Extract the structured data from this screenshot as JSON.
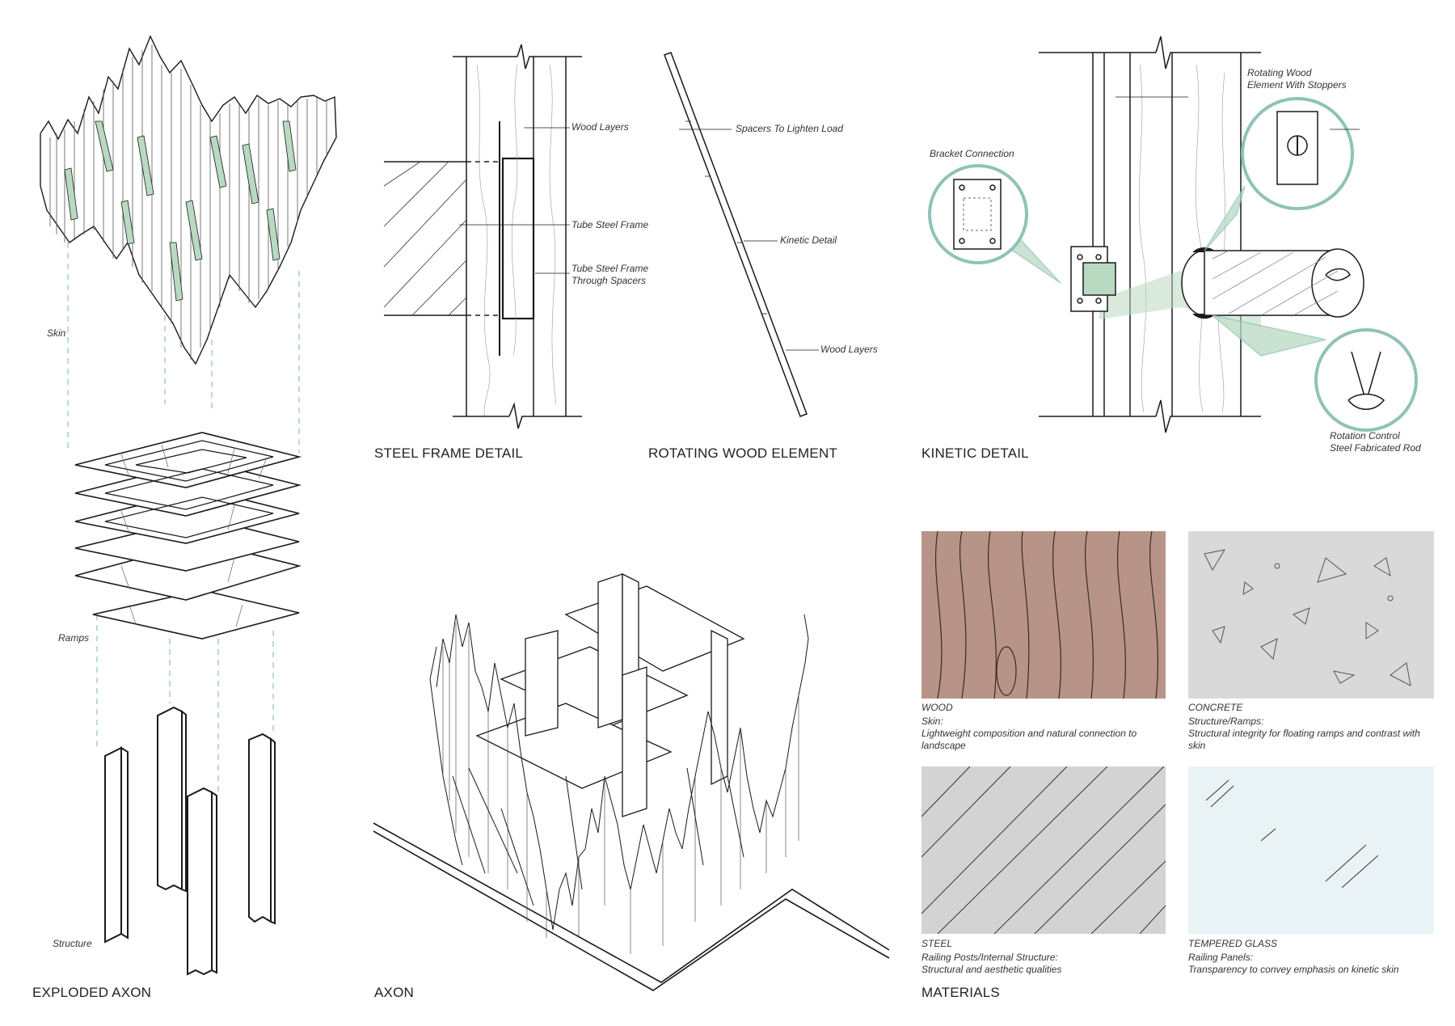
{
  "sections": {
    "exploded_axon": "EXPLODED AXON",
    "axon": "AXON",
    "steel_frame_detail": "STEEL FRAME DETAIL",
    "rotating_wood_element": "ROTATING WOOD ELEMENT",
    "kinetic_detail": "KINETIC DETAIL",
    "materials": "MATERIALS"
  },
  "exploded": {
    "skin": "Skin",
    "ramps": "Ramps",
    "structure": "Structure"
  },
  "steel_frame": {
    "wood_layers": "Wood Layers",
    "tube_steel_frame": "Tube Steel Frame",
    "through_line1": "Tube Steel Frame",
    "through_line2": "Through Spacers"
  },
  "rotating": {
    "spacers": "Spacers To Lighten Load",
    "kinetic": "Kinetic Detail",
    "wood_layers": "Wood Layers"
  },
  "kinetic": {
    "bracket": "Bracket Connection",
    "rotating_line1": "Rotating Wood",
    "rotating_line2": "Element With Stoppers",
    "rod_line1": "Rotation Control",
    "rod_line2": "Steel Fabricated Rod"
  },
  "materials": {
    "wood": {
      "name": "WOOD",
      "use": "Skin:",
      "desc": "Lightweight composition and natural connection to landscape",
      "color": "#b89488"
    },
    "concrete": {
      "name": "CONCRETE",
      "use": "Structure/Ramps:",
      "desc": "Structural integrity for floating ramps and contrast with skin",
      "color": "#d9d9d9"
    },
    "steel": {
      "name": "STEEL",
      "use": "Railing Posts/Internal Structure:",
      "desc": "Structural and aesthetic qualities",
      "color": "#d3d3d3"
    },
    "glass": {
      "name": "TEMPERED GLASS",
      "use": "Railing Panels:",
      "desc": "Transparency to convey emphasis on kinetic skin",
      "color": "#e9f3f5"
    }
  },
  "colors": {
    "accent_green": "#b9d9c1",
    "line": "#1a1a1a",
    "dash": "#8fc2b8"
  }
}
